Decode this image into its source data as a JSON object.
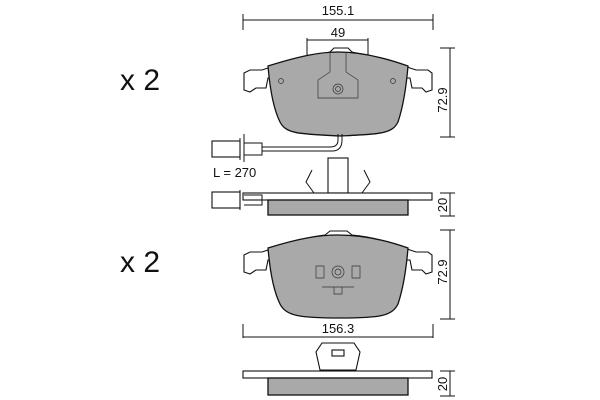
{
  "top_pad": {
    "quantity": "x 2",
    "width_label": "155.1",
    "clip_width_label": "49",
    "height_label": "72.9",
    "wire_length_label": "L = 270",
    "thickness_label": "20"
  },
  "bottom_pad": {
    "quantity": "x 2",
    "width_label": "156.3",
    "height_label": "72.9",
    "thickness_label": "20"
  },
  "colors": {
    "friction": "#a9a9a9",
    "line": "#111111"
  }
}
